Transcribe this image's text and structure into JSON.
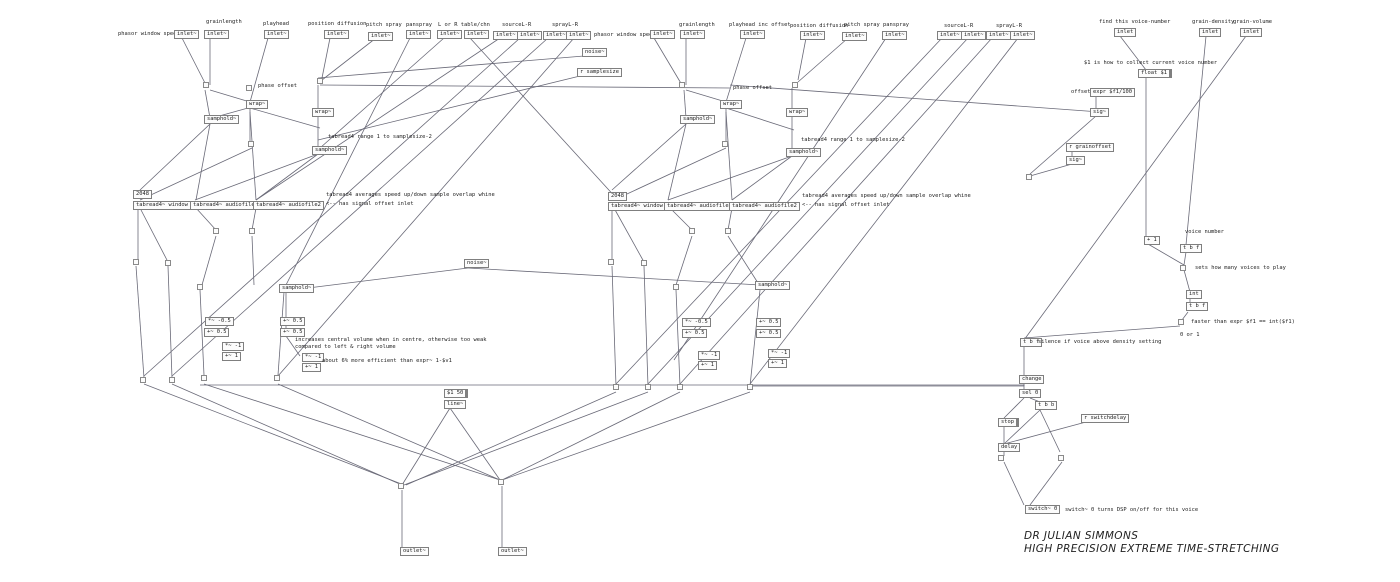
{
  "top_labels": {
    "left": [
      "phasor window speed",
      "grainlength",
      "playhead",
      "position diffusion",
      "pitch spray",
      "panspray",
      "L or R table/chn",
      "sourceL-R",
      "sprayL-R"
    ],
    "right": [
      "phasor window speed",
      "grainlength",
      "playhead inc offset",
      "position diffusion",
      "pitch spray",
      "panspray",
      "sourceL-R",
      "sprayL-R"
    ],
    "far_right": [
      "find this voice-number",
      "grain-density",
      "grain-volume"
    ]
  },
  "objects": {
    "inlet": "inlet",
    "inlet_tilde": "inlet~",
    "noise": "noise~",
    "samplesize": "r samplesize",
    "phase_offset": "phase offset",
    "wrap": "wrap~",
    "samphold": "samphold~",
    "tabread_range": "tabread4 range 1 to samplesize-2",
    "n2048": "2048",
    "tabread_window": "tabread4~ window",
    "tabread_audiofile1": "tabread4~ audiofile1",
    "tabread_audiofile2": "tabread4~ audiofile2",
    "tabread_note1": "tabread4 averages speed up/down sample overlap whine",
    "tabread_note2": "<-- has signal offset inlet",
    "minus05": "*~ -0.5",
    "plus05": "+~ 0.5",
    "minus1": "*~ -1",
    "plus1": "+~ 1",
    "centre_note1": "increases central volume when in centre, otherwise too weak",
    "centre_note2": "compared to left & right volume",
    "eff_note": "about 6% more efficient than expr~ 1-$v1",
    "msg_50": "$1 50",
    "line": "line~",
    "outlet": "outlet~",
    "collect_note": "$1 is how to collect current voice number",
    "float": "float $1",
    "offset_label": "offset",
    "expr": "expr $f1/100",
    "sig": "sig~",
    "grainoffset": "r grainoffset",
    "plus1_ctl": "+ 1",
    "voice_number": "voice number",
    "bf": "t b f",
    "sets_note": "sets how many voices to play",
    "int": "int",
    "faster_note": "faster than expr $f1 == int($f1)",
    "zero_or_one": "0 or 1",
    "silence_note": "silence if voice above density setting",
    "change": "change",
    "sel0": "sel 0",
    "bb": "t b b",
    "switchdelay": "r switchdelay",
    "stop": "stop",
    "delay": "delay",
    "switch": "switch~ 0",
    "switch_note": "switch~ 0 turns DSP on/off for this voice"
  },
  "credit": {
    "line1": "DR JULIAN SIMMONS",
    "line2": "HIGH PRECISION EXTREME TIME-STRETCHING"
  },
  "colors": {
    "wire": "#6a6a78",
    "box_border": "#7f7f7f",
    "text": "#222222"
  }
}
